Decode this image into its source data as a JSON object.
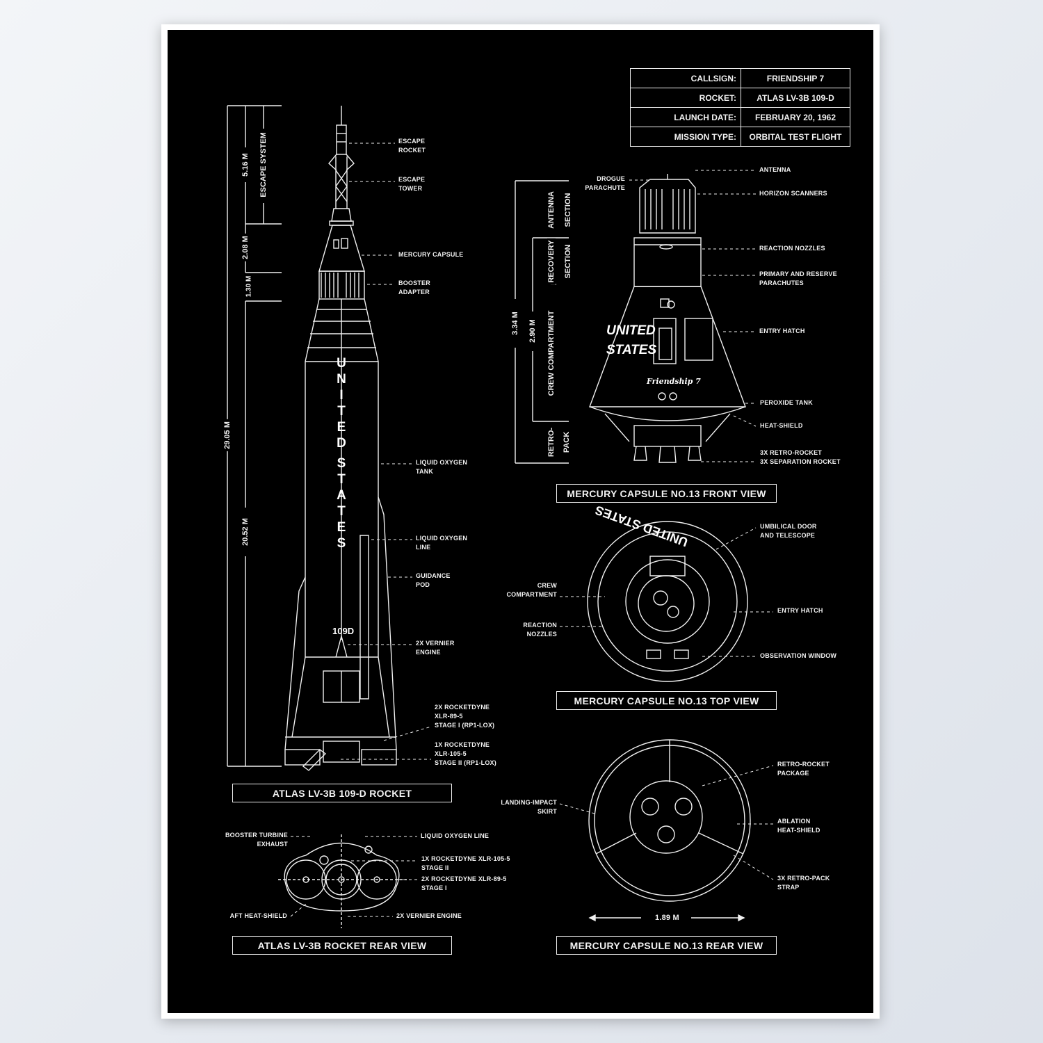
{
  "info_table": {
    "rows": [
      {
        "label": "CALLSIGN:",
        "value": "FRIENDSHIP 7"
      },
      {
        "label": "ROCKET:",
        "value": "ATLAS LV-3B 109-D"
      },
      {
        "label": "LAUNCH DATE:",
        "value": "FEBRUARY 20, 1962"
      },
      {
        "label": "MISSION TYPE:",
        "value": "ORBITAL TEST FLIGHT"
      }
    ]
  },
  "rocket": {
    "title": "ATLAS LV-3B 109-D ROCKET",
    "markings": {
      "body_text": "UNITED STATES",
      "serial": "109D"
    },
    "labels": [
      "ESCAPE\nROCKET",
      "ESCAPE\nTOWER",
      "MERCURY CAPSULE",
      "BOOSTER\nADAPTER",
      "LIQUID OXYGEN\nTANK",
      "LIQUID OXYGEN\nLINE",
      "GUIDANCE\nPOD",
      "2x VERNIER\nENGINE",
      "2x ROCKETDYNE\nXLR-89-5\nSTAGE I (RP1-LOX)",
      "1x ROCKETDYNE\nXLR-105-5\nSTAGE II (RP1-LOX)"
    ],
    "dimensions": [
      "5.16 M",
      "ESCAPE SYSTEM",
      "2.08 M",
      "1.30 M",
      "29.05 M",
      "20.52 M"
    ]
  },
  "capsule_front": {
    "title": "MERCURY CAPSULE NO.13 FRONT VIEW",
    "markings": {
      "text": "UNITED STATES",
      "name": "Friendship 7"
    },
    "labels": [
      "DROGUE\nPARACHUTE",
      "ANTENNA",
      "HORIZON SCANNERS",
      "REACTION NOZZLES",
      "PRIMARY AND RESERVE\nPARACHUTES",
      "ENTRY HATCH",
      "PEROXIDE TANK",
      "HEAT-SHIELD",
      "3x RETRO-ROCKET\n3x SEPARATION ROCKET"
    ],
    "dimensions": [
      "3.34 M",
      "2.90 M",
      "ANTENNA",
      "SECTION",
      "RECOVERY",
      "SECTION",
      "CREW COMPARTMENT",
      "RETRO-",
      "PACK"
    ]
  },
  "capsule_top": {
    "title": "MERCURY CAPSULE NO.13 TOP VIEW",
    "markings": {
      "text": "UNITED STATES"
    },
    "labels": [
      "UMBILICAL DOOR\nAND TELESCOPE",
      "CREW\nCOMPARTMENT",
      "ENTRY HATCH",
      "REACTION\nNOZZLES",
      "OBSERVATION WINDOW"
    ]
  },
  "rocket_rear": {
    "title": "ATLAS LV-3B ROCKET REAR VIEW",
    "labels": [
      "BOOSTER TURBINE\nEXHAUST",
      "LIQUID OXYGEN LINE",
      "1x ROCKETDYNE XLR-105-5\nSTAGE II",
      "2x ROCKETDYNE XLR-89-5\nSTAGE I",
      "AFT HEAT-SHIELD",
      "2x VERNIER ENGINE"
    ]
  },
  "capsule_rear": {
    "title": "MERCURY CAPSULE NO.13 REAR VIEW",
    "labels": [
      "RETRO-ROCKET\nPACKAGE",
      "LANDING-IMPACT\nSKIRT",
      "ABLATION\nHEAT-SHIELD",
      "3x RETRO-PACK\nSTRAP"
    ],
    "dimension": "1.89 M"
  },
  "colors": {
    "background": "#000000",
    "lines": "#f2f2f2",
    "frame": "#ffffff"
  }
}
